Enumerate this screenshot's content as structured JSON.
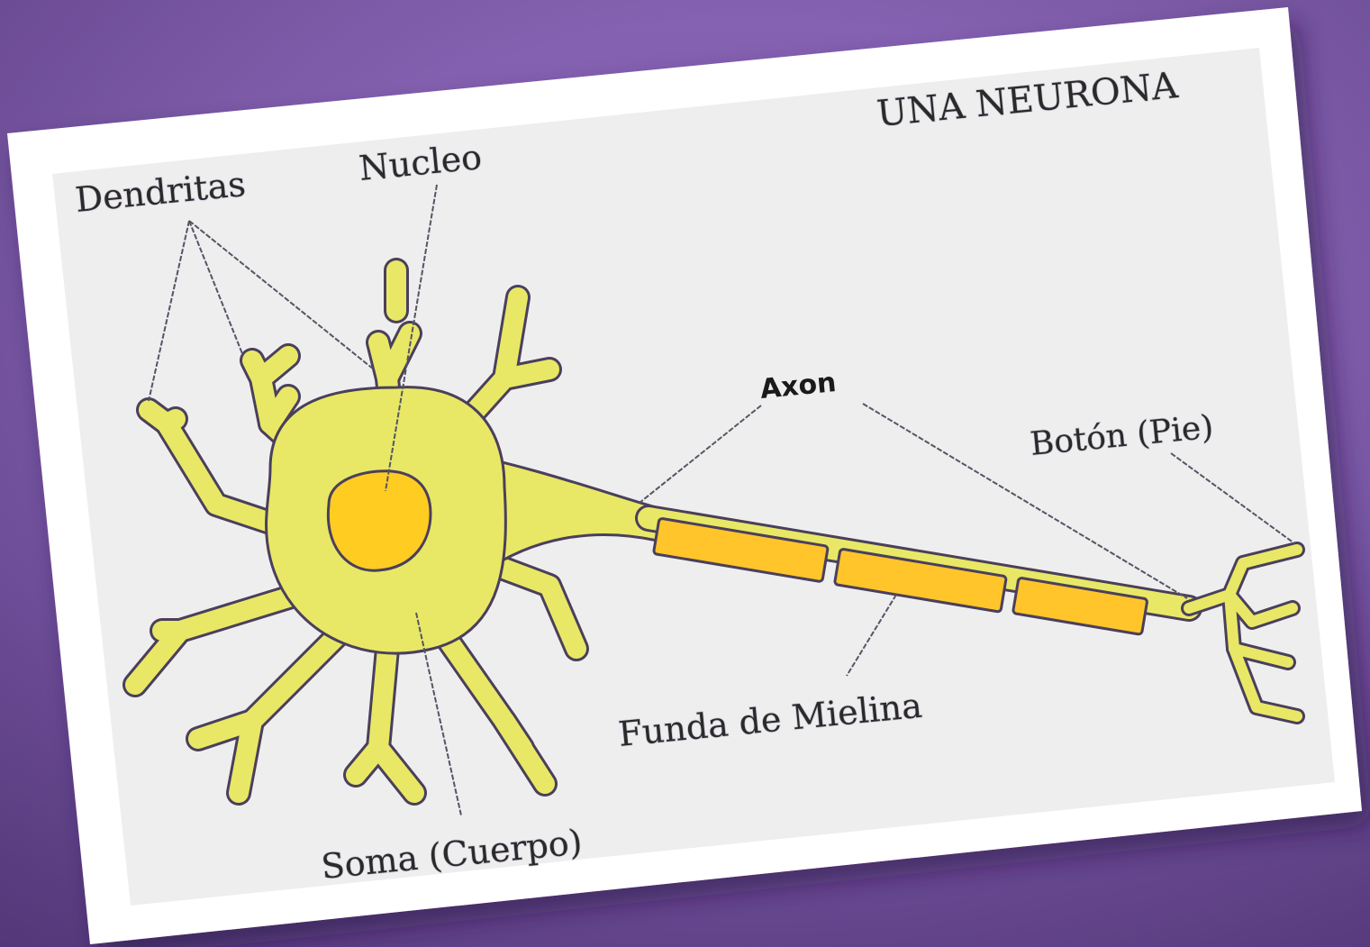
{
  "title": "UNA NEURONA",
  "labels": {
    "dendrites": "Dendritas",
    "nucleus": "Nucleo",
    "axon": "Axon",
    "terminal": "Botón (Pie)",
    "myelin": "Funda de Mielina",
    "soma": "Soma (Cuerpo)"
  },
  "colors": {
    "background": "#7a58a6",
    "card_border": "#ffffff",
    "card_fill": "#eeeeee",
    "cell_body": "#e8e866",
    "cell_outline": "#4a3f5c",
    "nucleus": "#ffcc22",
    "myelin": "#ffc52a"
  }
}
